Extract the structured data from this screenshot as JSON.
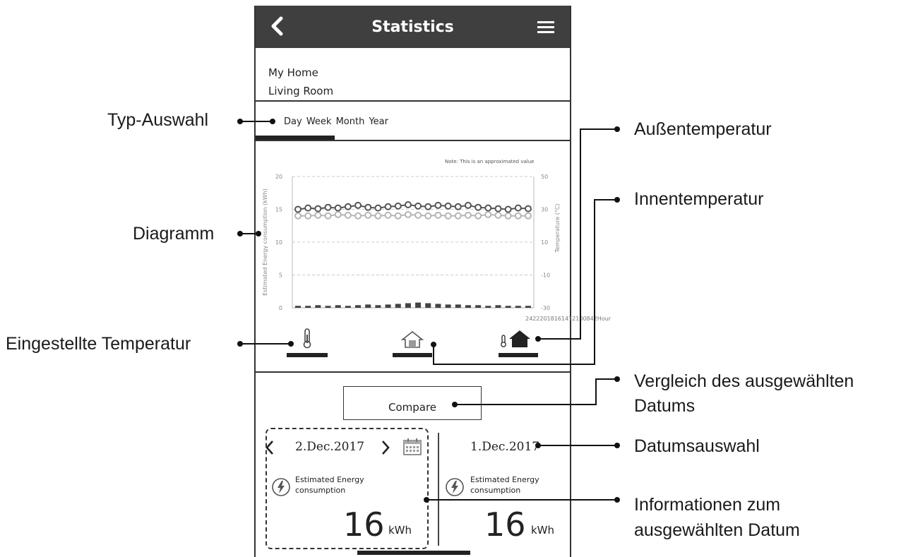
{
  "app": {
    "title": "Statistics",
    "home_name": "My Home",
    "room_name": "Living Room",
    "tabs": [
      "Day",
      "Week",
      "Month",
      "Year"
    ],
    "selected_tab": "Day",
    "chart_note": "Note: This is an approximated value"
  },
  "chart_data": {
    "type": "line",
    "y_left_label": "Estimated Energy consumption (kWh)",
    "y_right_label": "Temperature (°C)",
    "y_left_ticks": [
      0,
      5,
      10,
      15,
      20
    ],
    "y_right_ticks": [
      -30,
      -10,
      10,
      30,
      50
    ],
    "y_left_range": [
      0,
      20
    ],
    "x_tick_text": "24222018161412100842Hour",
    "grid": "dashed",
    "series": [
      {
        "values": [
          15,
          15.2,
          15.1,
          15.3,
          15.2,
          15.4,
          15.6,
          15.3,
          15.2,
          15.4,
          15.5,
          15.7,
          15.5,
          15.4,
          15.6,
          15.5,
          15.4,
          15.6,
          15.3,
          15.2,
          15.1,
          15.0,
          15.2,
          15.1
        ]
      },
      {
        "values": [
          14.0,
          14.0,
          14.1,
          14.0,
          14.2,
          14.1,
          14.0,
          14.1,
          14.0,
          14.1,
          14.0,
          14.2,
          14.1,
          14.0,
          14.1,
          14.0,
          14.0,
          14.1,
          14.0,
          14.2,
          14.1,
          14.0,
          14.0,
          14.0
        ]
      },
      {
        "type": "bar",
        "values": [
          0.3,
          0.3,
          0.4,
          0.3,
          0.4,
          0.3,
          0.4,
          0.5,
          0.4,
          0.5,
          0.6,
          0.7,
          0.8,
          0.7,
          0.6,
          0.5,
          0.5,
          0.4,
          0.4,
          0.3,
          0.4,
          0.3,
          0.3,
          0.3
        ]
      }
    ]
  },
  "colors": {
    "topbar": "#3f3f3f",
    "line_dark": "#555555",
    "line_light": "#b5b5b5",
    "bar": "#444444"
  },
  "icons": {
    "back": "chevron-left-icon",
    "menu": "hamburger-icon",
    "set_temp": "thermometer-icon",
    "indoor": "house-icon",
    "outdoor": "thermometer-house-icon",
    "calendar": "calendar-icon",
    "energy": "lightning-bolt-icon"
  },
  "compare": {
    "label": "Compare"
  },
  "date_left": {
    "date": "2.Dec.2017",
    "label": "Estimated Energy consumption",
    "value": "16",
    "unit": "kWh"
  },
  "date_right": {
    "date": "1.Dec.2017",
    "label": "Estimated Energy consumption",
    "value": "16",
    "unit": "kWh"
  },
  "annotations": {
    "typ_auswahl": "Typ-Auswahl",
    "diagramm": "Diagramm",
    "eingestellte_temperatur": "Eingestellte Temperatur",
    "aussentemperatur": "Außentemperatur",
    "innentemperatur": "Innentemperatur",
    "vergleich_line1": "Vergleich des ausgewählten",
    "vergleich_line2": "Datums",
    "datumsauswahl": "Datumsauswahl",
    "info_line1": "Informationen zum",
    "info_line2": "ausgewählten Datum"
  }
}
